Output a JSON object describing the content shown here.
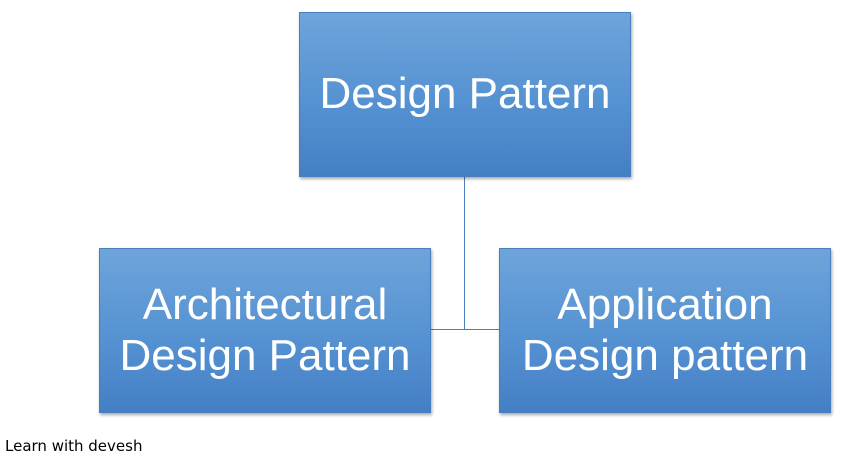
{
  "diagram": {
    "root": {
      "label": "Design Pattern"
    },
    "children": [
      {
        "label": "Architectural\nDesign Pattern"
      },
      {
        "label": "Application\nDesign pattern"
      }
    ]
  },
  "footer": {
    "text": "Learn with devesh"
  },
  "colors": {
    "node_fill": "#5592d2",
    "node_border": "#4a7fbf",
    "node_text": "#ffffff",
    "connector": "#4a7fbf"
  }
}
